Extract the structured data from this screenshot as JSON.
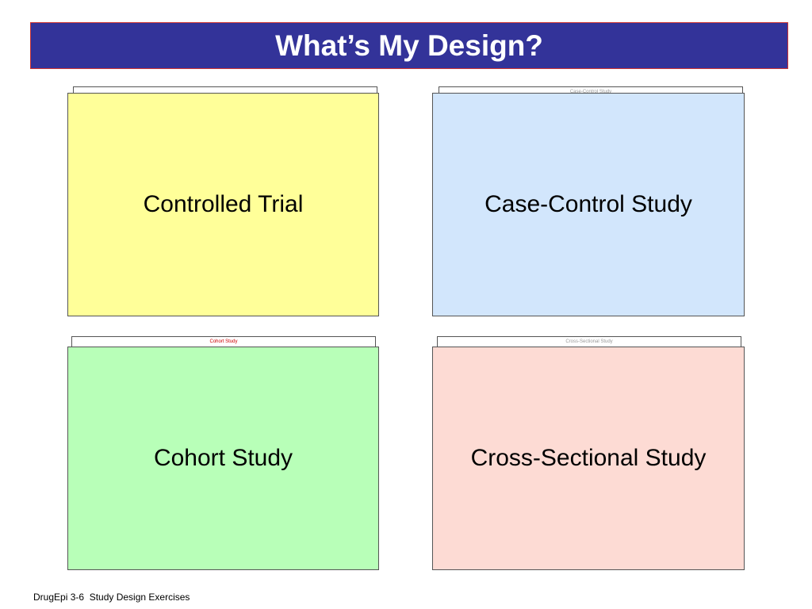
{
  "slide": {
    "title": "What’s My Design?",
    "footer": "DrugEpi 3-6  Study Design Exercises"
  },
  "cards": [
    {
      "label": "Controlled Trial",
      "back_label": "",
      "color": "#ffff99"
    },
    {
      "label": "Case-Control Study",
      "back_label": "Case-Control Study",
      "color": "#d2e6fc"
    },
    {
      "label": "Cohort Study",
      "back_label": "Cohort Study",
      "color": "#b8ffb8"
    },
    {
      "label": "Cross-Sectional Study",
      "back_label": "Cross-Sectional Study",
      "color": "#fddbd4"
    }
  ],
  "colors": {
    "title_bar": "#333399",
    "title_border": "#cc3333",
    "back_label_red": "#cc0000"
  }
}
